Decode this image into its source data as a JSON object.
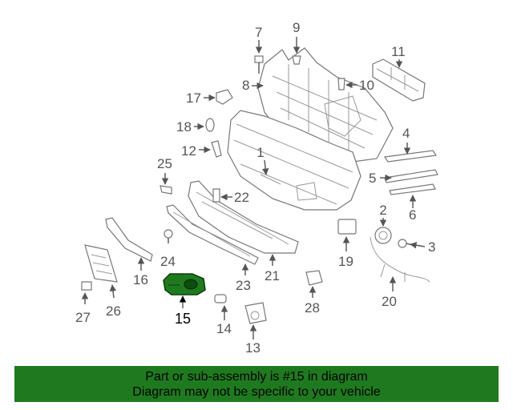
{
  "diagram": {
    "highlight_color": "#1f7a1f",
    "callouts": {
      "c1": "1",
      "c2": "2",
      "c3": "3",
      "c4": "4",
      "c5": "5",
      "c6": "6",
      "c7": "7",
      "c8": "8",
      "c9": "9",
      "c10": "10",
      "c11": "11",
      "c12": "12",
      "c13": "13",
      "c14": "14",
      "c15": "15",
      "c16": "16",
      "c17": "17",
      "c18": "18",
      "c19": "19",
      "c20": "20",
      "c21": "21",
      "c22": "22",
      "c23": "23",
      "c24": "24",
      "c25": "25",
      "c26": "26",
      "c27": "27",
      "c28": "28"
    }
  },
  "footer": {
    "background": "#1f7a1f",
    "line1": "Part or sub-assembly is #15 in diagram",
    "line2": "Diagram may not be specific to your vehicle"
  }
}
